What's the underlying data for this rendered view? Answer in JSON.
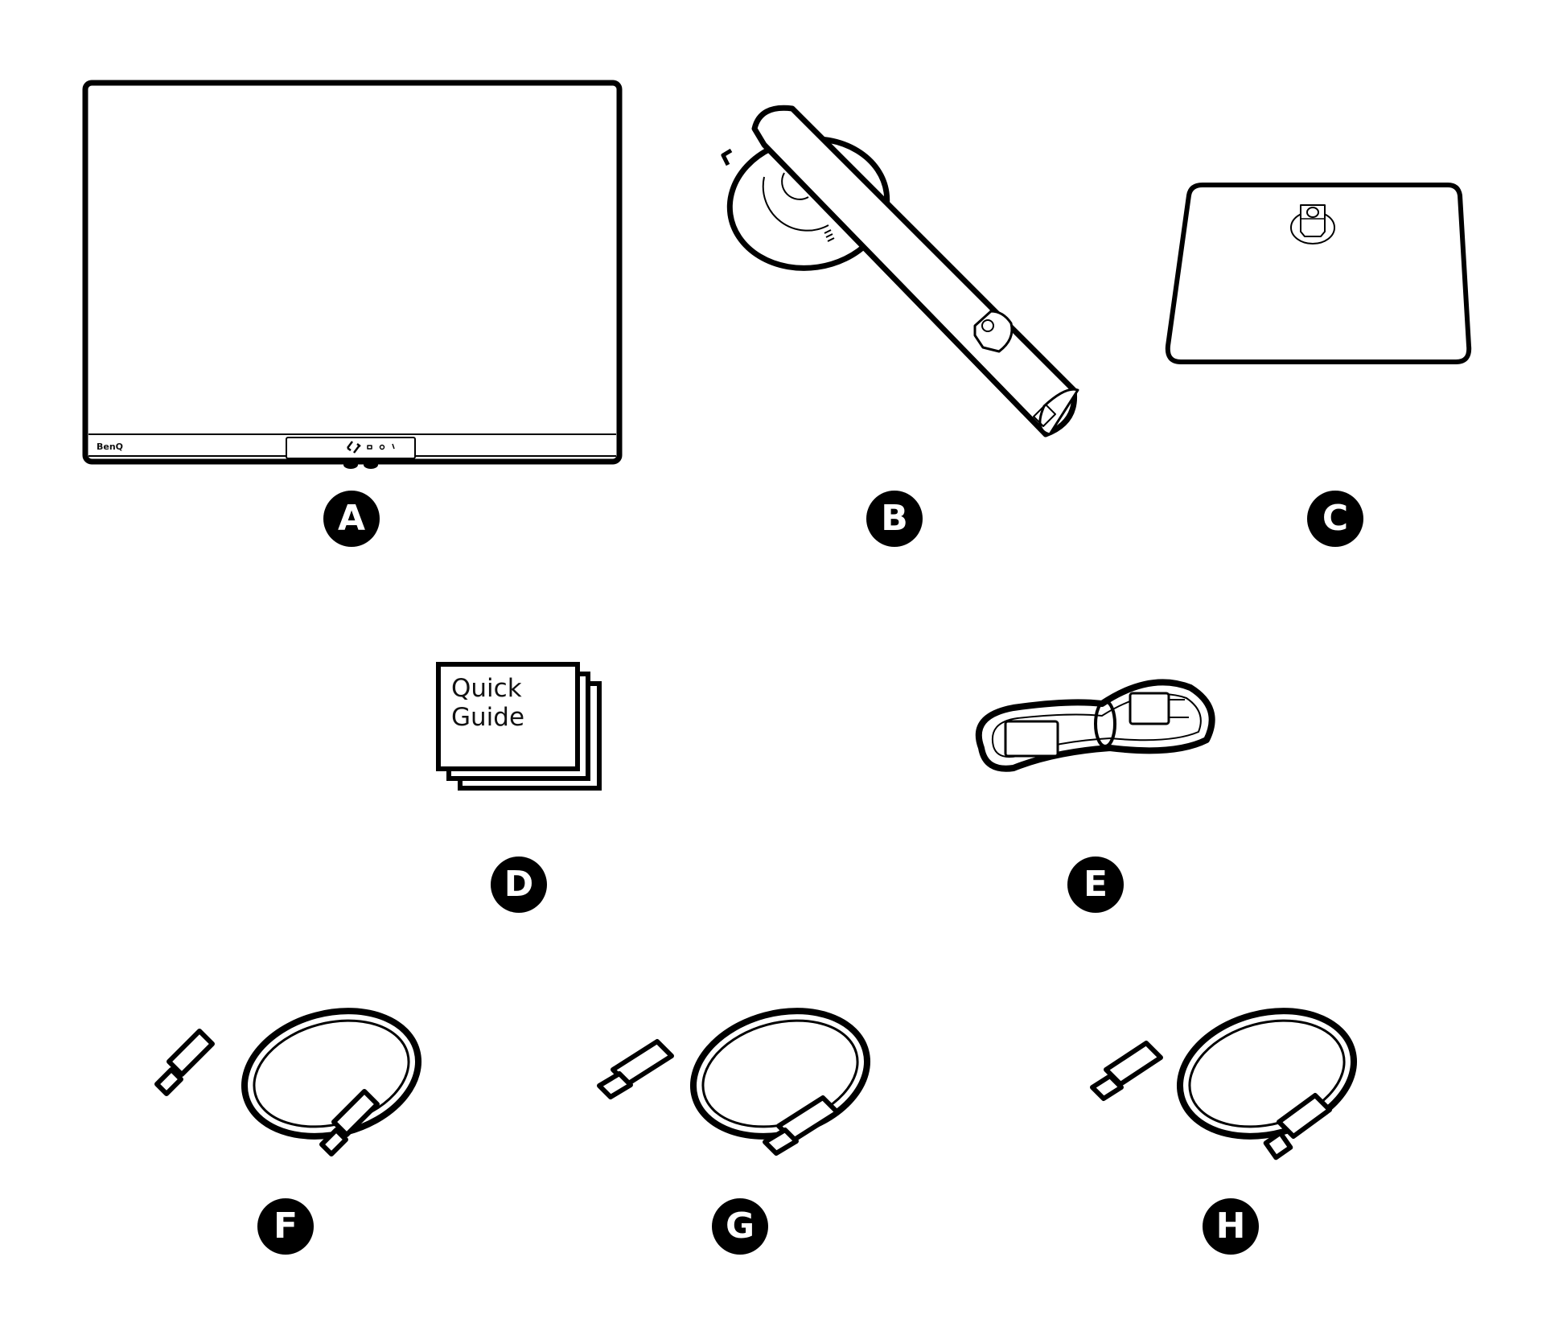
{
  "diagram": {
    "type": "package contents illustration",
    "items": [
      {
        "id": "A",
        "label": "A",
        "name": "Monitor",
        "brand_text": "BenQ"
      },
      {
        "id": "B",
        "label": "B",
        "name": "Stand riser"
      },
      {
        "id": "C",
        "label": "C",
        "name": "Stand base"
      },
      {
        "id": "D",
        "label": "D",
        "name": "Quick Guide",
        "text_line1": "Quick",
        "text_line2": "Guide"
      },
      {
        "id": "E",
        "label": "E",
        "name": "Power cord"
      },
      {
        "id": "F",
        "label": "F",
        "name": "USB-C cable"
      },
      {
        "id": "G",
        "label": "G",
        "name": "HDMI cable"
      },
      {
        "id": "H",
        "label": "H",
        "name": "USB cable (Type-A to Type-B)"
      }
    ],
    "colors": {
      "line": "#000000",
      "background": "#ffffff",
      "badge_bg": "#000000",
      "badge_text": "#ffffff"
    }
  }
}
